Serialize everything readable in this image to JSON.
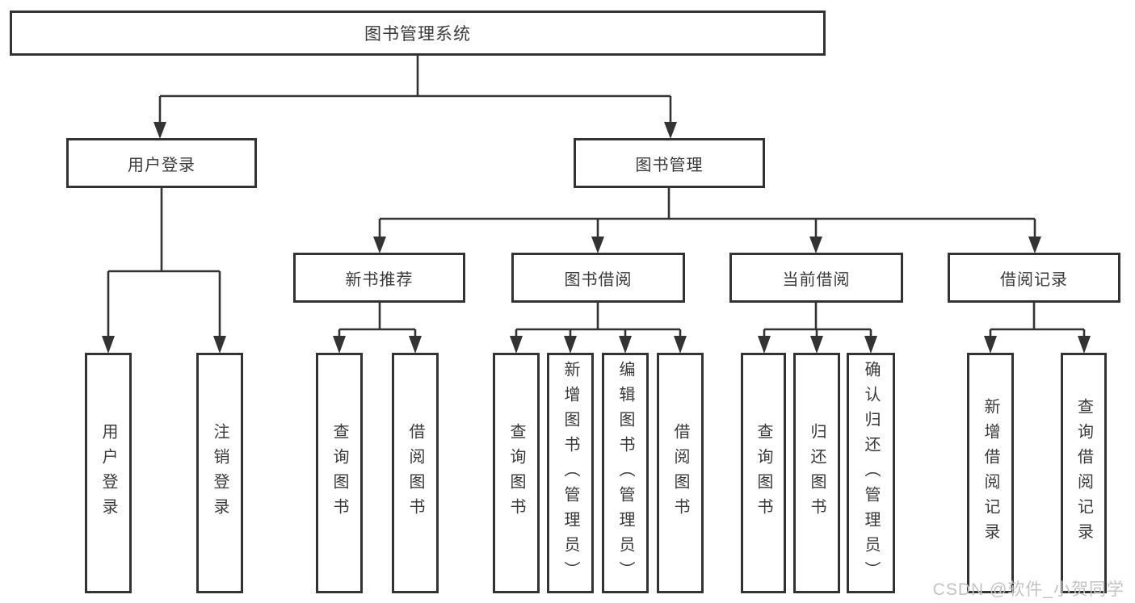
{
  "title": "图书管理系统",
  "level2": {
    "user_login": "用户登录",
    "book_mgmt": "图书管理"
  },
  "level3": {
    "new_book_rec": "新书推荐",
    "book_borrow": "图书借阅",
    "current_borrow": "当前借阅",
    "borrow_record": "借阅记录"
  },
  "leaves": {
    "user_login": [
      "用户登录",
      "注销登录"
    ],
    "new_book_rec": [
      "查询图书",
      "借阅图书"
    ],
    "book_borrow": [
      "查询图书",
      "新增图书（管理员）",
      "编辑图书（管理员）",
      "借阅图书"
    ],
    "current_borrow": [
      "查询图书",
      "归还图书",
      "确认归还（管理员）"
    ],
    "borrow_record": [
      "新增借阅记录",
      "查询借阅记录"
    ]
  },
  "watermark": "CSDN @软件_小贺同学",
  "colors": {
    "line": "#333333",
    "text": "#3a3a3a",
    "background": "#ffffff",
    "watermark": "#c3c3c3"
  }
}
